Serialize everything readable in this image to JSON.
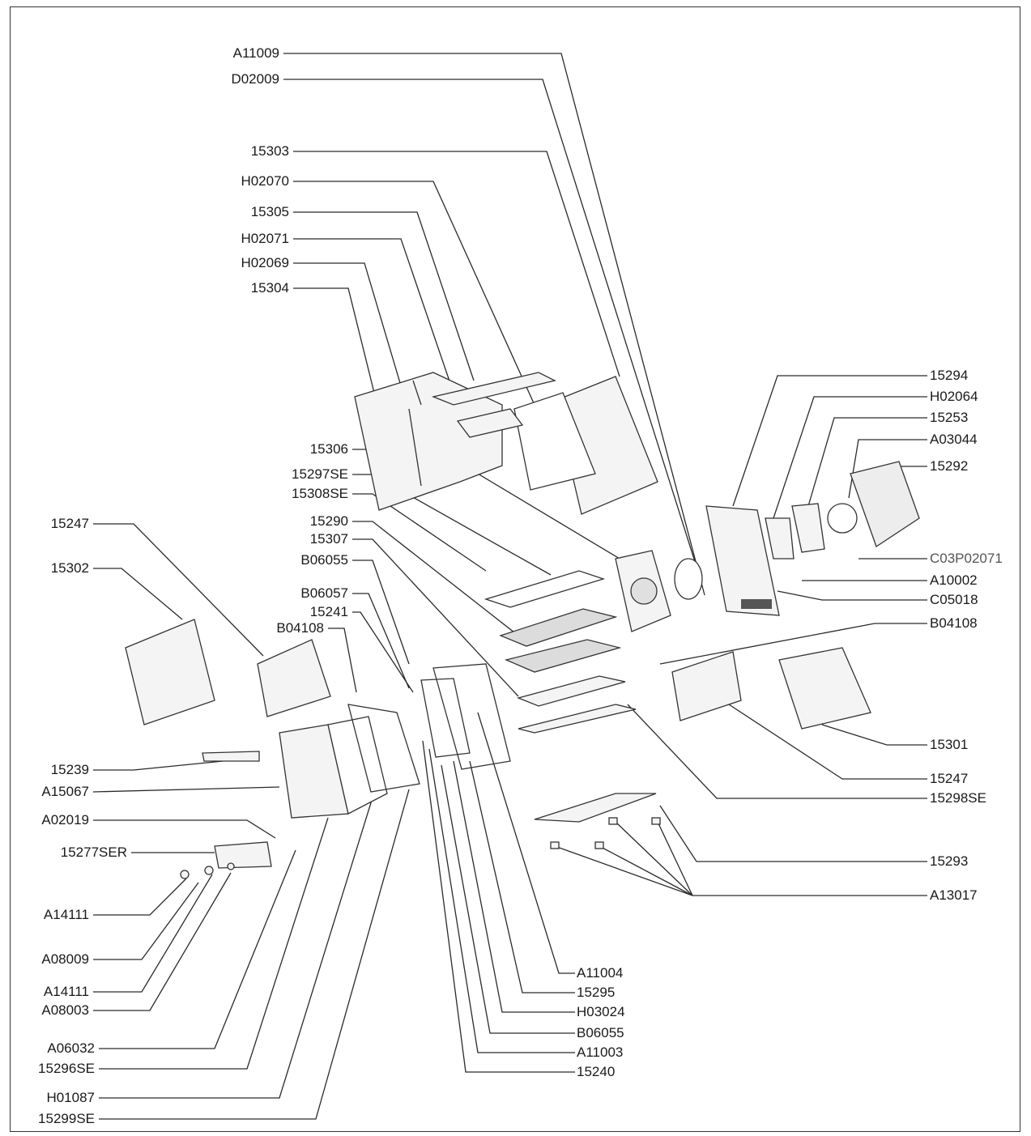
{
  "part_labels": {
    "A11009": "A11009",
    "D02009": "D02009",
    "15303": "15303",
    "H02070": "H02070",
    "15305": "15305",
    "H02071": "H02071",
    "H02069": "H02069",
    "15304": "15304",
    "15306": "15306",
    "15297SE": "15297SE",
    "15308SE": "15308SE",
    "15290": "15290",
    "15307": "15307",
    "B06055": "B06055",
    "B06057": "B06057",
    "15241": "15241",
    "B04108": "B04108",
    "15247": "15247",
    "15302": "15302",
    "15239": "15239",
    "A15067": "A15067",
    "A02019": "A02019",
    "15277SER": "15277SER",
    "A14111": "A14111",
    "A08009": "A08009",
    "A08003": "A08003",
    "A06032": "A06032",
    "15296SE": "15296SE",
    "H01087": "H01087",
    "15299SE": "15299SE",
    "15294": "15294",
    "H02064": "H02064",
    "15253": "15253",
    "A03044": "A03044",
    "15292": "15292",
    "C03P02071": "C03P02071",
    "A10002": "A10002",
    "C05018": "C05018",
    "15301": "15301",
    "15298SE": "15298SE",
    "15293": "15293",
    "A13017": "A13017",
    "A11004": "A11004",
    "15295": "15295",
    "H03024": "H03024",
    "A11003": "A11003",
    "15240": "15240"
  },
  "colors": {
    "line": "#2a2a2a",
    "part_stroke": "#333333",
    "part_fill": "#f4f4f4",
    "dark_fill": "#555555"
  }
}
